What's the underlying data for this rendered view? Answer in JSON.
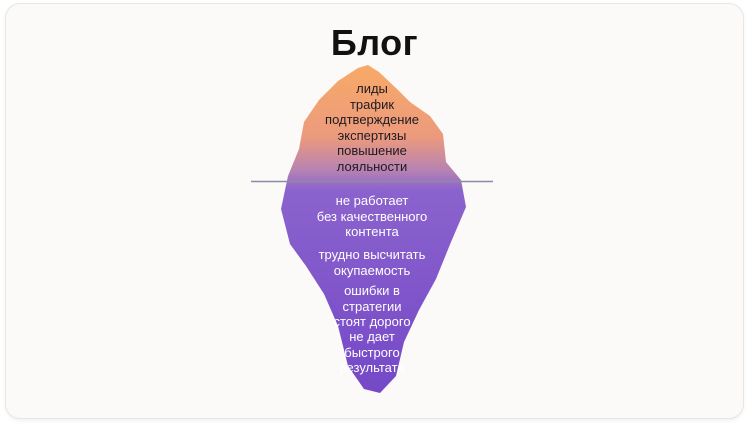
{
  "title": "Блог",
  "above_water": {
    "lines": [
      "лиды",
      "трафик",
      "подтверждение",
      "экспертизы",
      "повышение",
      "лояльности"
    ]
  },
  "below_water": {
    "groups": [
      [
        "не работает",
        "без качественного",
        "контента"
      ],
      [
        "трудно высчитать",
        "окупаемость"
      ],
      [
        "ошибки в",
        "стратегии",
        "стоят дорого"
      ],
      [
        "не дает",
        "быстрого",
        "результата"
      ]
    ]
  },
  "colors": {
    "top": "#f6a86a",
    "mid": "#e58a93",
    "bottom": "#7d56c9",
    "waterline": "#8d8aa6"
  }
}
